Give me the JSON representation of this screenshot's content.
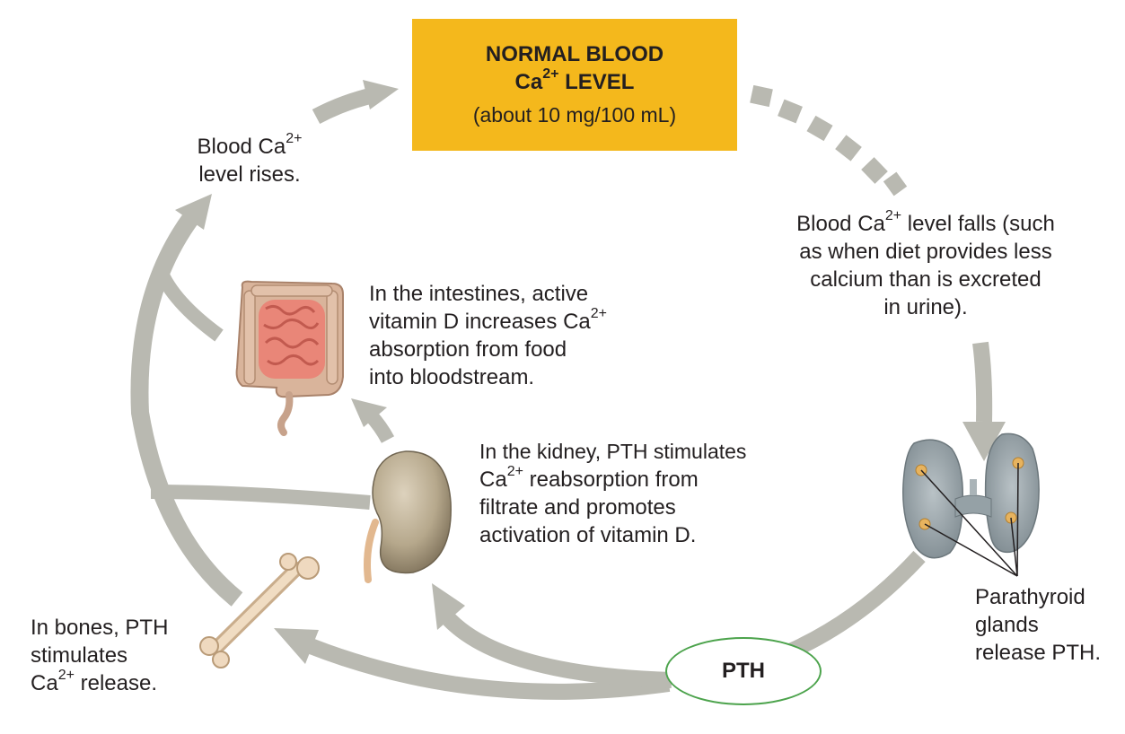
{
  "normal_level": {
    "title_line1": "NORMAL BLOOD",
    "title_line2_prefix": "Ca",
    "title_line2_sup": "2+",
    "title_line2_suffix": " LEVEL",
    "subtitle": "(about 10 mg/100 mL)"
  },
  "rises": {
    "line1_prefix": "Blood Ca",
    "line1_sup": "2+",
    "line2": "level rises."
  },
  "falls": {
    "line1_prefix": "Blood Ca",
    "line1_sup": "2+",
    "line1_suffix": " level falls (such",
    "line2": "as when diet provides less",
    "line3": "calcium than is excreted",
    "line4": "in urine)."
  },
  "intestines": {
    "line1": "In the intestines, active",
    "line2_prefix": "vitamin D increases Ca",
    "line2_sup": "2+",
    "line3": "absorption from food",
    "line4": "into bloodstream."
  },
  "kidney": {
    "line1": "In the kidney, PTH stimulates",
    "line2_prefix": "Ca",
    "line2_sup": "2+",
    "line2_suffix": " reabsorption from",
    "line3": "filtrate and promotes",
    "line4": "activation of vitamin D."
  },
  "bones": {
    "line1": "In bones, PTH",
    "line2": "stimulates",
    "line3_prefix": "Ca",
    "line3_sup": "2+",
    "line3_suffix": " release."
  },
  "parathyroid": {
    "line1": "Parathyroid",
    "line2": "glands",
    "line3": "release PTH."
  },
  "hormone": {
    "label": "PTH"
  },
  "colors": {
    "box_fill": "#f4b81c",
    "arrow": "#b9b9b1",
    "oval_border": "#4ca34c",
    "text": "#231f20"
  }
}
